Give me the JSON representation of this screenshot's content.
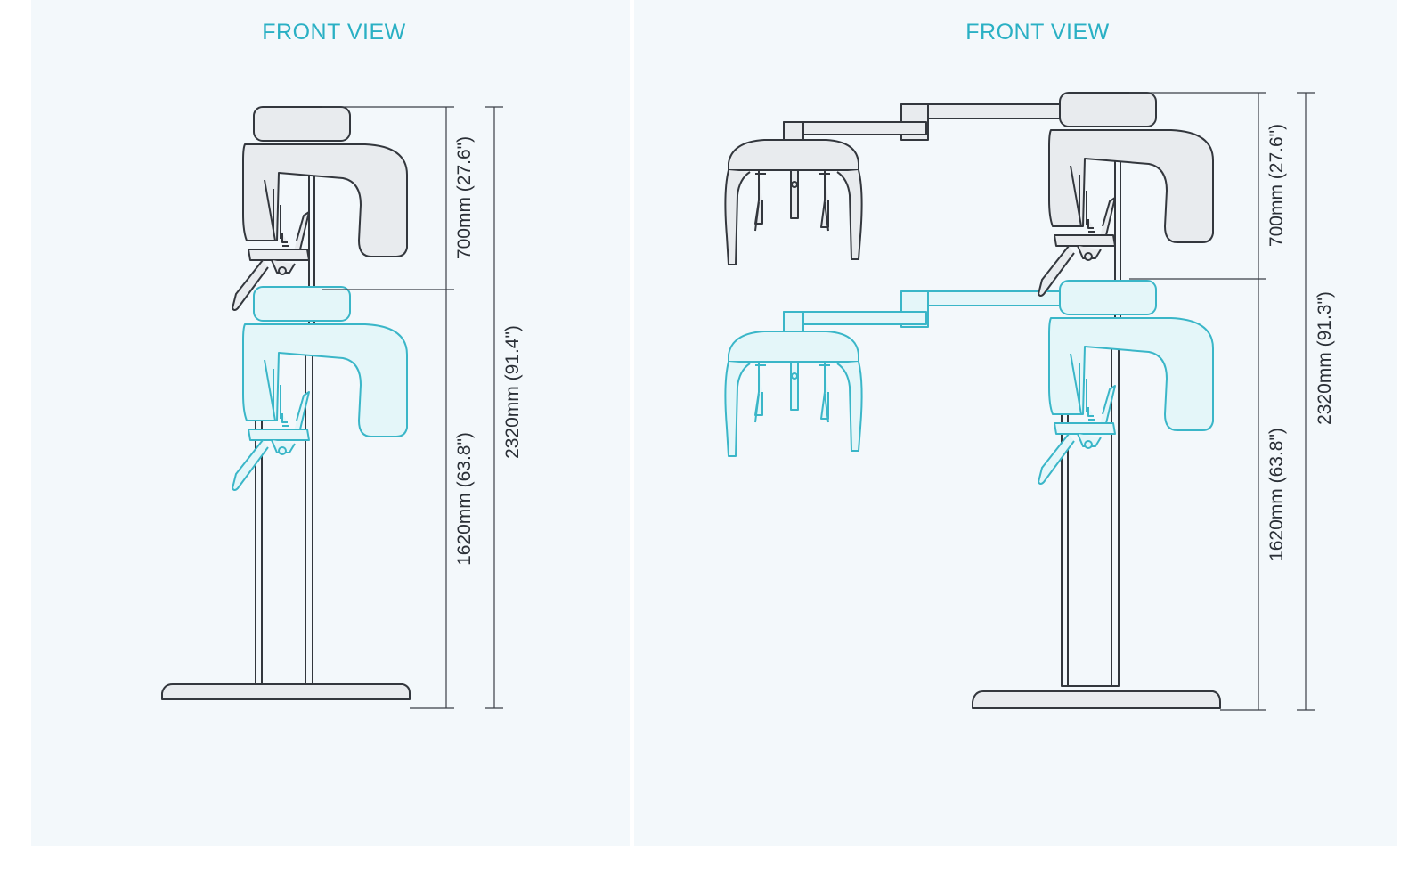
{
  "left_view": {
    "title": "FRONT VIEW",
    "dim_upper": "700mm (27.6\")",
    "dim_lower": "1620mm (63.8\")",
    "dim_total": "2320mm (91.4\")"
  },
  "right_view": {
    "title": "FRONT VIEW",
    "dim_upper": "700mm (27.6\")",
    "dim_lower": "1620mm (63.8\")",
    "dim_total": "2320mm (91.3\")"
  },
  "colors": {
    "accent": "#2ab0c4",
    "lowered_unit": "#3ab6c8",
    "raised_unit": "#33373d",
    "background": "#f3f8fb"
  }
}
